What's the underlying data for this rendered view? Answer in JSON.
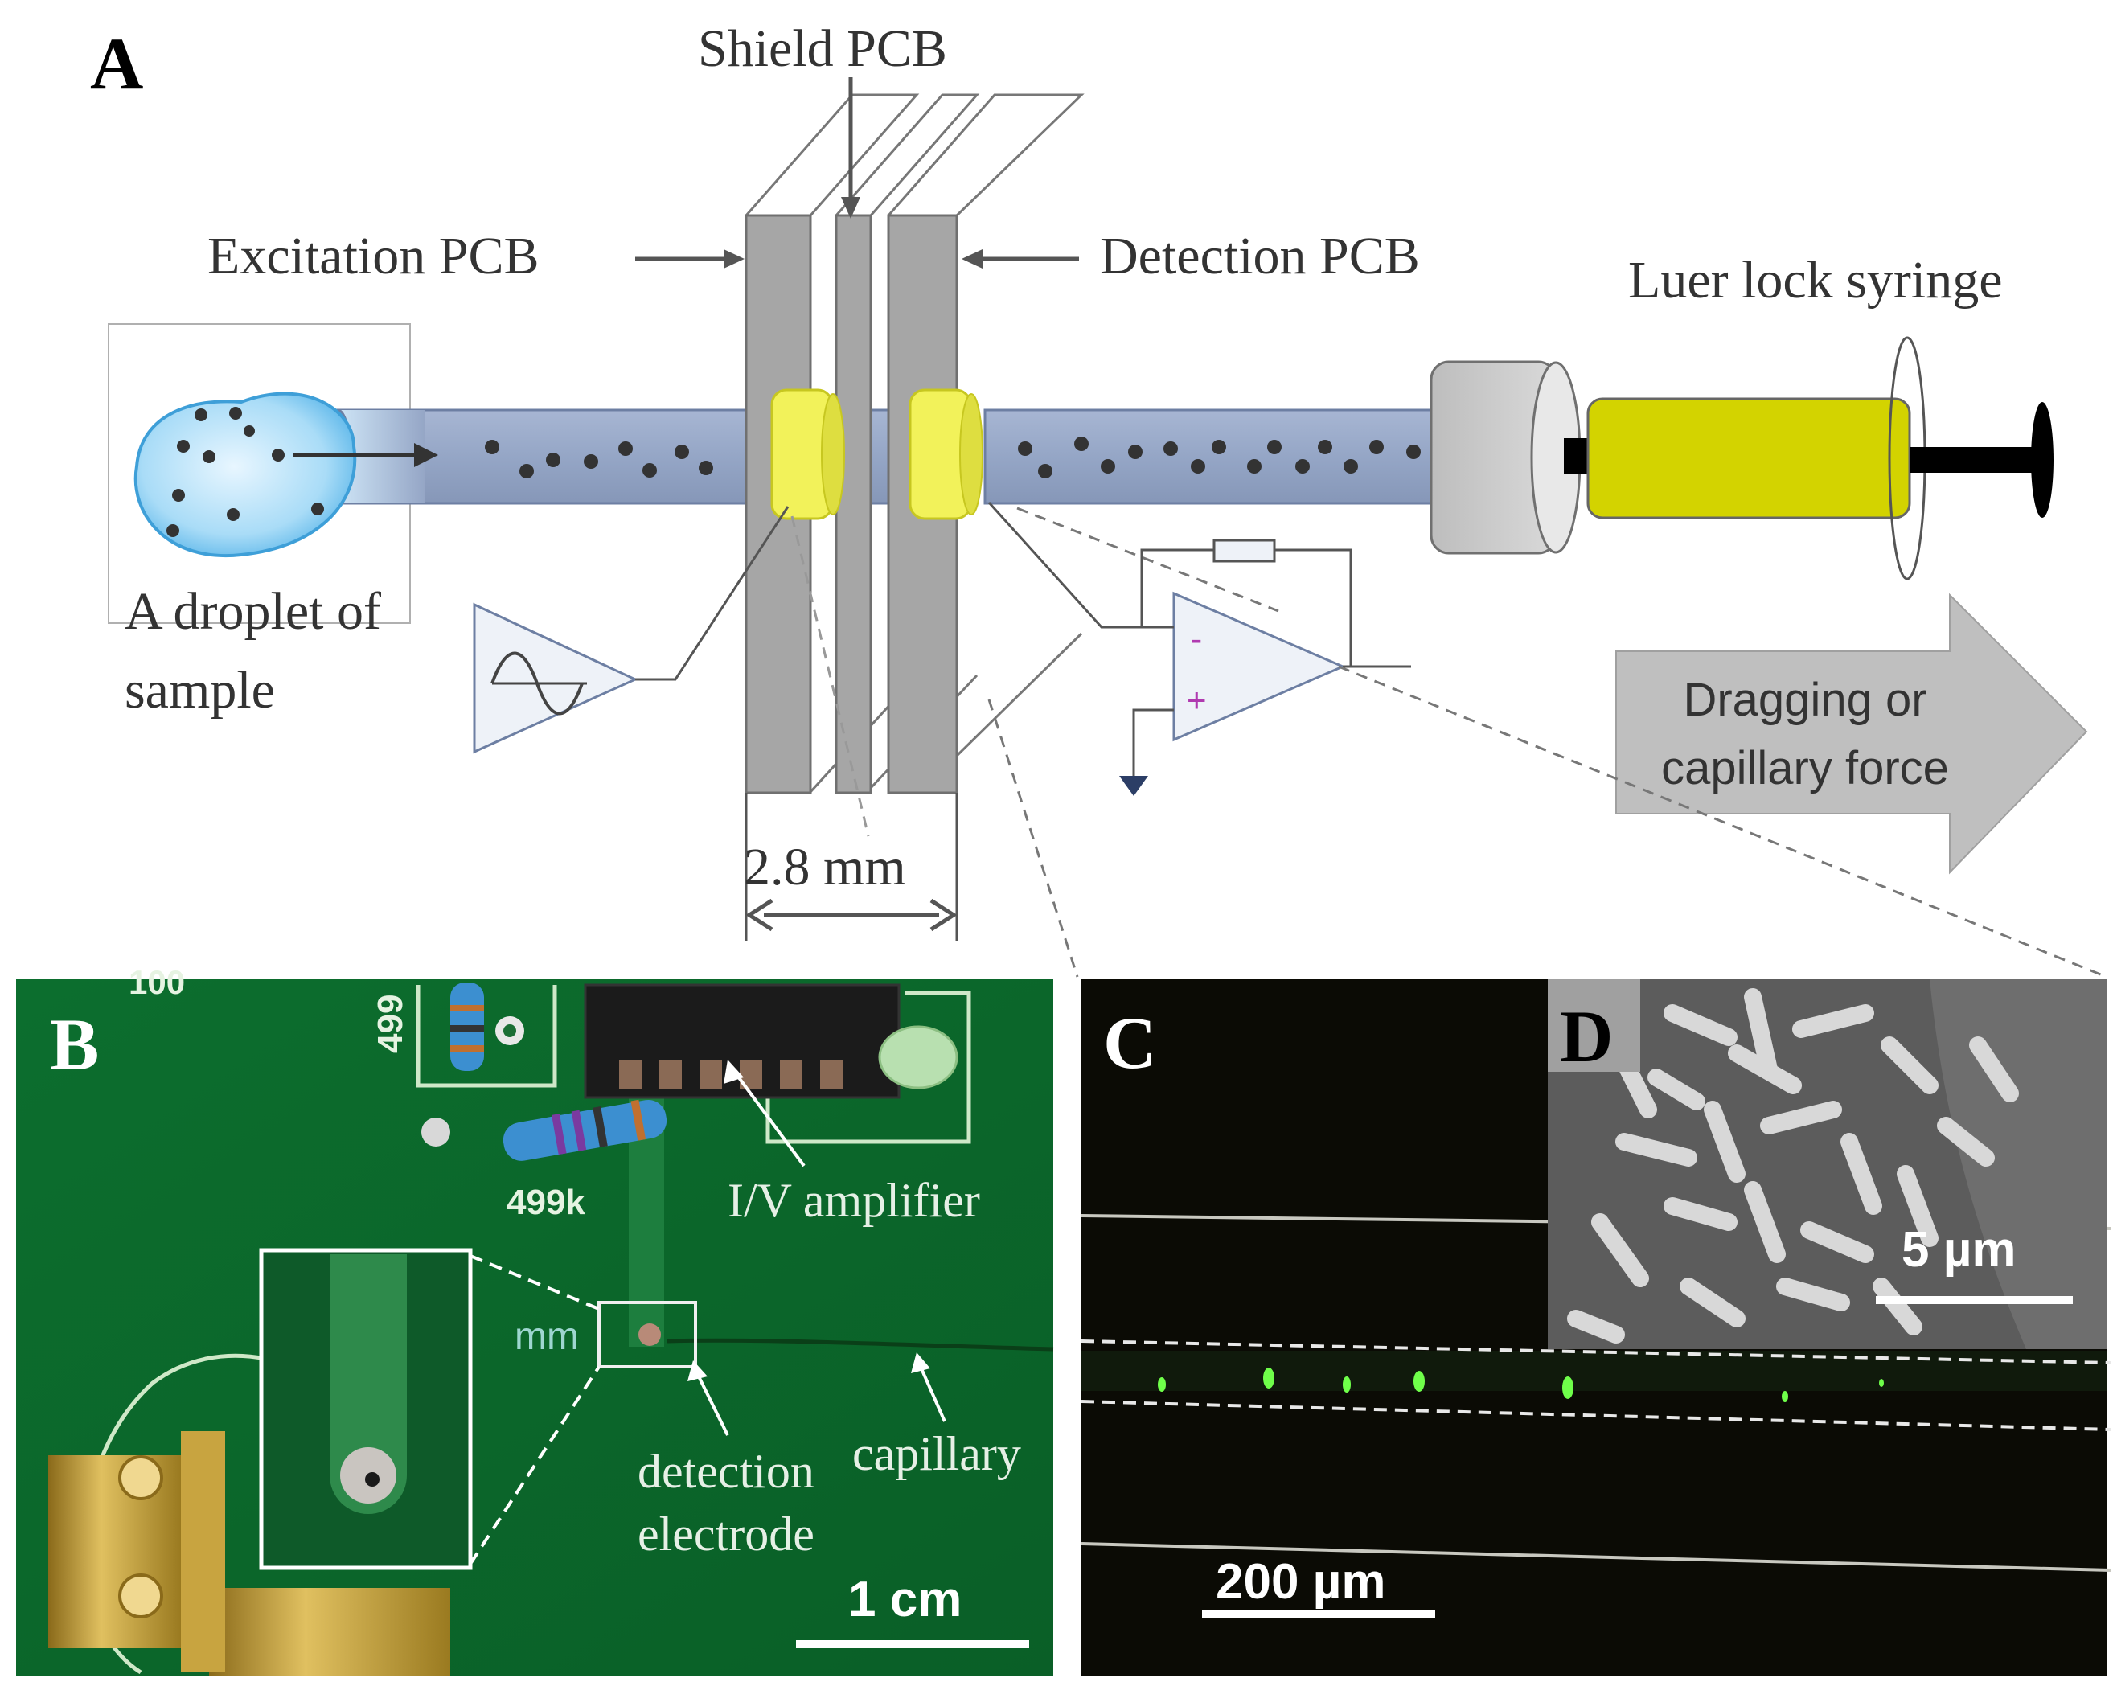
{
  "panel_a": {
    "letter": "A",
    "shield_pcb": "Shield PCB",
    "excitation_pcb": "Excitation PCB",
    "detection_pcb": "Detection PCB",
    "syringe": "Luer lock syringe",
    "droplet_line1": "A droplet of",
    "droplet_line2": "sample",
    "gap_dimension": "2.8 mm",
    "arrow_line1": "Dragging or",
    "arrow_line2": "capillary force",
    "opamp_minus": "-",
    "opamp_plus": "+"
  },
  "panel_b": {
    "letter": "B",
    "resistor_label": "499k",
    "resistor_label_rotated": "499",
    "corner_marking": "100",
    "mm_marking": "mm",
    "amplifier": "I/V amplifier",
    "electrode_line1": "detection",
    "electrode_line2": "electrode",
    "capillary": "capillary",
    "scale": "1 cm"
  },
  "panel_c": {
    "letter": "C",
    "scale": "200 µm"
  },
  "panel_d": {
    "letter": "D",
    "scale": "5 µm"
  },
  "colors": {
    "pcb_gray": "#a6a6a6",
    "electrode_yellow": "#f2f25a",
    "syringe_yellow": "#d3d300",
    "board_green": "#0b6a2c",
    "tube_blue": "#8ea0bf",
    "fluorescence_green": "#6fff4a"
  }
}
